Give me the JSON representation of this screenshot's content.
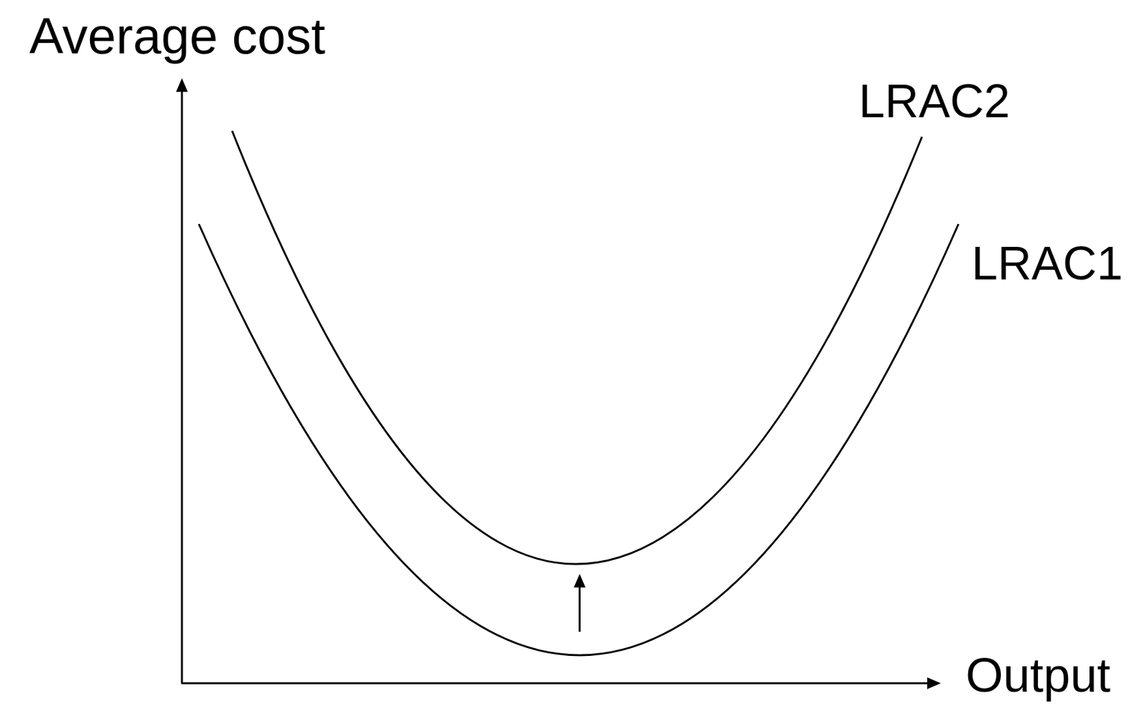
{
  "diagram": {
    "labels": [
      "Average cost",
      "LRAC2",
      "LRAC1",
      "Output"
    ]
  }
}
